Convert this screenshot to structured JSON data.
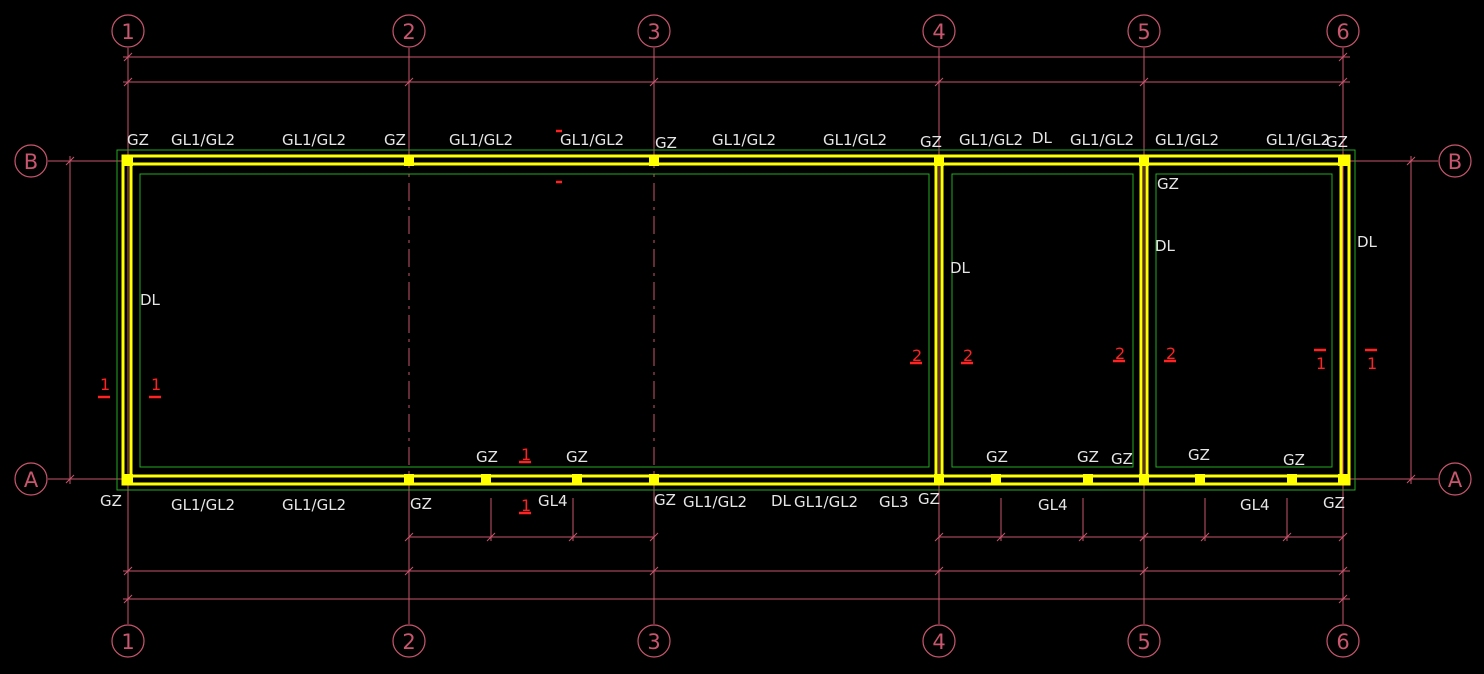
{
  "axes": {
    "columns": [
      "1",
      "2",
      "3",
      "4",
      "5",
      "6"
    ],
    "rows": [
      "B",
      "A"
    ]
  },
  "labels": {
    "top": [
      "GZ",
      "GL1/GL2",
      "GL1/GL2",
      "GZ",
      "GL1/GL2",
      "GL1/GL2",
      "GZ",
      "GL1/GL2",
      "GL1/GL2",
      "GZ",
      "GL1/GL2",
      "DL",
      "GL1/GL2",
      "GL1/GL2",
      "GL1/GL2",
      "GZ"
    ],
    "bottom": [
      "GZ",
      "GL1/GL2",
      "GL1/GL2",
      "GZ",
      "GL4",
      "GZ",
      "GL1/GL2",
      "DL",
      "GL1/GL2",
      "GL3",
      "GZ",
      "GL4",
      "GL4",
      "GZ"
    ],
    "inner": [
      "DL",
      "GZ",
      "GZ",
      "GZ",
      "GZ",
      "GZ",
      "GZ",
      "GZ",
      "DL",
      "GZ",
      "DL",
      "DL"
    ]
  },
  "sections": [
    "1",
    "1",
    "2",
    "2",
    "2",
    "2",
    "1",
    "1",
    "1",
    "1"
  ],
  "colors": {
    "background": "#000000",
    "grid": "#c8566e",
    "wall": "#ffff00",
    "inner": "#22aa22",
    "label": "#e6e6e6",
    "section": "#ff2222"
  }
}
